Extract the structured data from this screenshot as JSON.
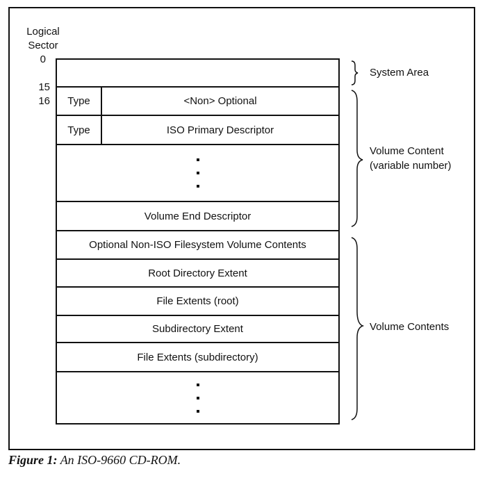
{
  "figure": {
    "axis_label_line1": "Logical",
    "axis_label_line2": "Sector",
    "sector_numbers": [
      "0",
      "15",
      "16"
    ],
    "rows": [
      {
        "id": "system-area",
        "type": "",
        "label": ""
      },
      {
        "id": "non-optional",
        "type": "Type",
        "label": "<Non> Optional"
      },
      {
        "id": "iso-primary-descriptor",
        "type": "Type",
        "label": "ISO Primary Descriptor"
      },
      {
        "id": "ellipsis-1",
        "type": "",
        "label": ""
      },
      {
        "id": "volume-end-descriptor",
        "type": "",
        "label": "Volume End Descriptor"
      },
      {
        "id": "optional-non-iso",
        "type": "",
        "label": "Optional Non-ISO Filesystem Volume Contents"
      },
      {
        "id": "root-directory-extent",
        "type": "",
        "label": "Root Directory Extent"
      },
      {
        "id": "file-extents-root",
        "type": "",
        "label": "File Extents (root)"
      },
      {
        "id": "subdirectory-extent",
        "type": "",
        "label": "Subdirectory Extent"
      },
      {
        "id": "file-extents-subdirectory",
        "type": "",
        "label": "File Extents (subdirectory)"
      },
      {
        "id": "ellipsis-2",
        "type": "",
        "label": ""
      }
    ],
    "brace_labels": {
      "system_area": "System Area",
      "volume_content_line1": "Volume Content",
      "volume_content_line2": "(variable number)",
      "volume_contents": "Volume Contents"
    },
    "caption_bold": "Figure 1:",
    "caption_text": " An ISO-9660 CD-ROM."
  }
}
